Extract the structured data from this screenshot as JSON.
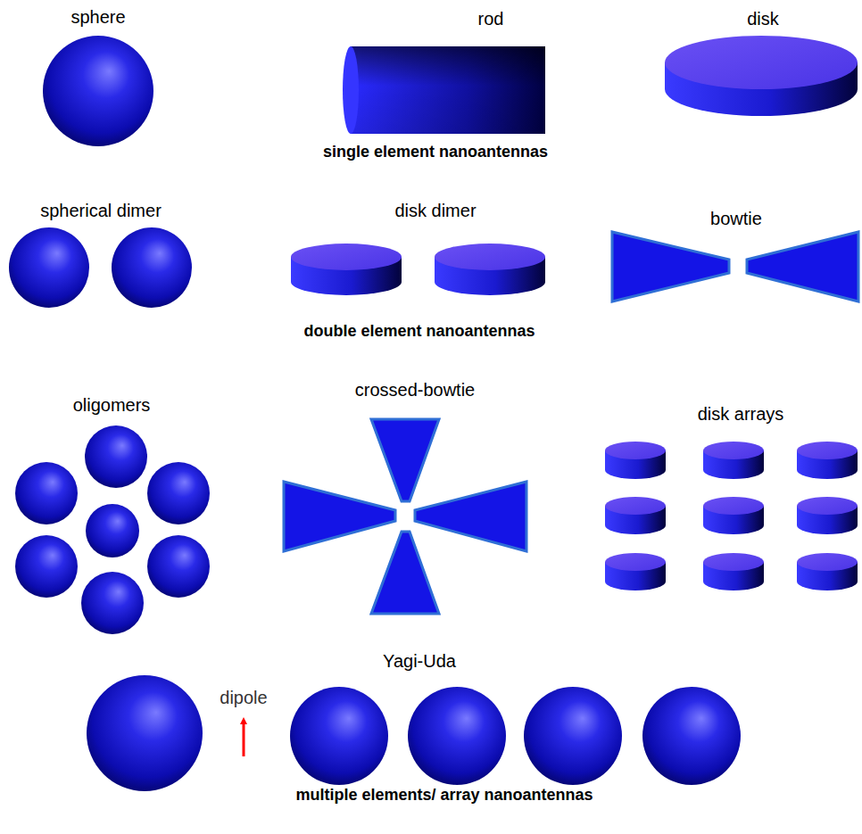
{
  "diagram": {
    "labels": [
      "sphere",
      "rod",
      "disk",
      "single element nanoantennas",
      "spherical dimer",
      "disk dimer",
      "bowtie",
      "double element nanoantennas",
      "oligomers",
      "crossed-bowtie",
      "disk arrays",
      "Yagi-Uda",
      "dipole",
      "multiple elements/ array nanoantennas"
    ]
  }
}
